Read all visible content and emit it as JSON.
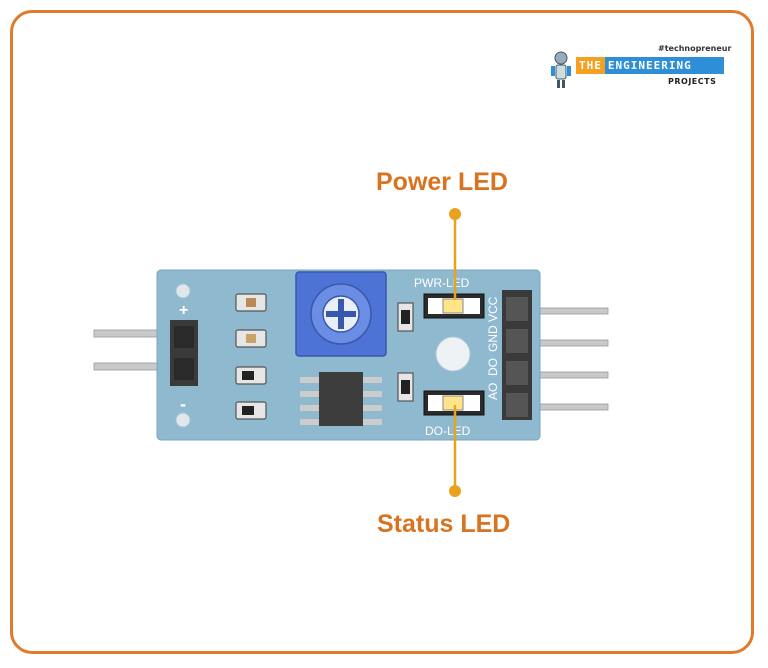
{
  "callouts": {
    "power_led": "Power LED",
    "status_led": "Status LED"
  },
  "logo": {
    "tagline": "#technopreneur",
    "the": "THE",
    "engineering": "ENGINEERING",
    "projects": "PROJECTS"
  },
  "board": {
    "pwr_label": "PWR-LED",
    "do_label": "DO-LED",
    "pins": [
      "VCC",
      "GND",
      "DO",
      "AO"
    ],
    "plus": "+",
    "minus": "-"
  },
  "colors": {
    "accent": "#e07b2e",
    "pcb": "#8fb9cf",
    "brand_blue": "#2e8fd8",
    "brand_orange": "#f4a020"
  }
}
